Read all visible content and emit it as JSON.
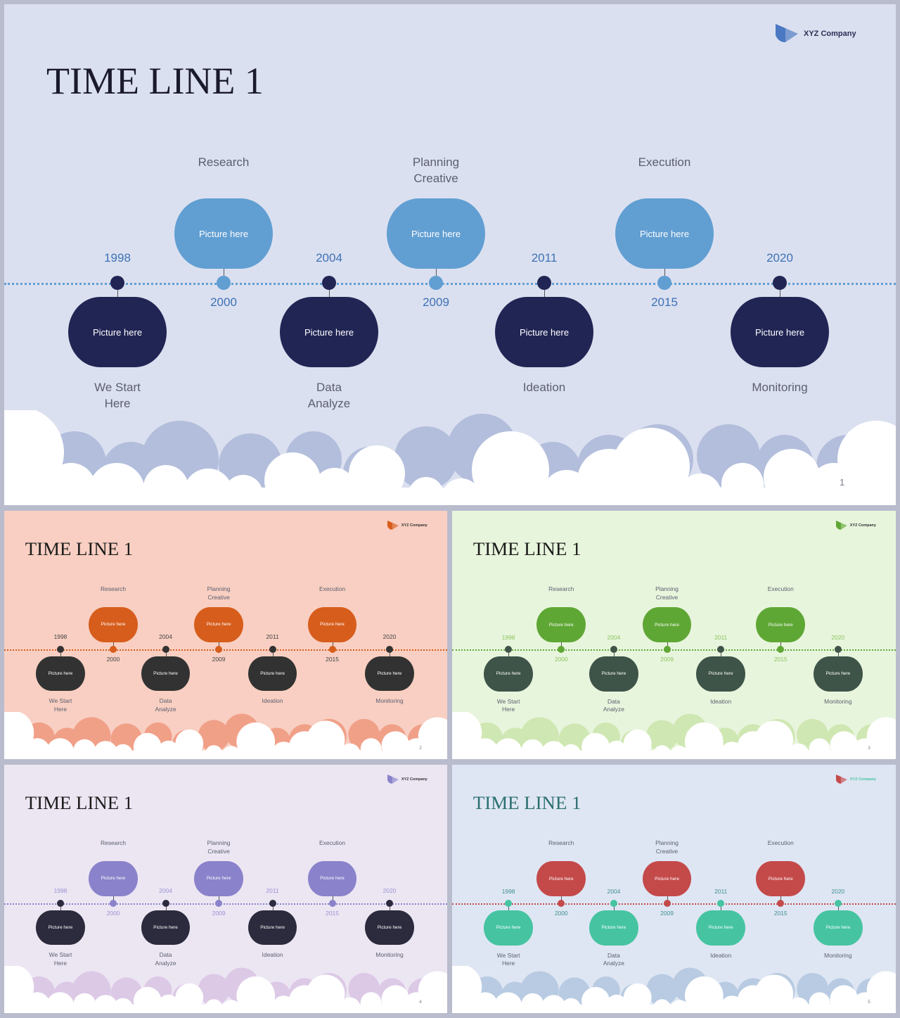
{
  "company": "XYZ Company",
  "timeline": {
    "picture_placeholder": "Picture here",
    "upper_events": [
      {
        "year": "2000",
        "label": "Research"
      },
      {
        "year": "2009",
        "label": "Planning\nCreative"
      },
      {
        "year": "2015",
        "label": "Execution"
      }
    ],
    "lower_events": [
      {
        "year": "1998",
        "label": "We Start\nHere"
      },
      {
        "year": "2004",
        "label": "Data\nAnalyze"
      },
      {
        "year": "2011",
        "label": "Ideation"
      },
      {
        "year": "2020",
        "label": "Monitoring"
      }
    ]
  },
  "slides": [
    {
      "title": "TIME LINE 1",
      "page": "1",
      "bg": "#dbe0f0",
      "top_color": "#619ed2",
      "bottom_color": "#212554",
      "dot_bottom": "#212554",
      "year_top": "#3d72b5",
      "year_bottom": "#3d72b5",
      "line_color": "#619ed2",
      "cloud_back": "#b3bedc",
      "title_color": "#1a1a2b",
      "logo_color": "#4a78c2",
      "logo_text_color": "#2a2e55"
    },
    {
      "title": "TIME LINE 1",
      "page": "2",
      "bg": "#f8cfc2",
      "top_color": "#d75d1c",
      "bottom_color": "#323232",
      "dot_bottom": "#323232",
      "year_top": "#444444",
      "year_bottom": "#444444",
      "line_color": "#d75d1c",
      "cloud_back": "#f1a088",
      "title_color": "#1a1a1a",
      "logo_color": "#d75d1c",
      "logo_text_color": "#333333"
    },
    {
      "title": "TIME LINE 1",
      "page": "3",
      "bg": "#e8f5dd",
      "top_color": "#5fa735",
      "bottom_color": "#3f5448",
      "dot_bottom": "#3f5448",
      "year_top": "#8cc45f",
      "year_bottom": "#8cc45f",
      "line_color": "#5fa735",
      "cloud_back": "#cfe7b2",
      "title_color": "#1a1a1a",
      "logo_color": "#5fa735",
      "logo_text_color": "#333333"
    },
    {
      "title": "TIME LINE 1",
      "page": "4",
      "bg": "#ece6f3",
      "top_color": "#8a82cb",
      "bottom_color": "#2c2b3d",
      "dot_bottom": "#2c2b3d",
      "year_top": "#9a91d1",
      "year_bottom": "#9a91d1",
      "line_color": "#8a82cb",
      "cloud_back": "#dcc9e6",
      "title_color": "#1a1a1a",
      "logo_color": "#8a82cb",
      "logo_text_color": "#333333"
    },
    {
      "title": "TIME LINE 1",
      "page": "5",
      "bg": "#dfe6f3",
      "top_color": "#c44a4a",
      "bottom_color": "#46c4a2",
      "dot_bottom": "#46c4a2",
      "year_top": "#3e8f91",
      "year_bottom": "#3e8f91",
      "line_color": "#c44a4a",
      "cloud_back": "#b8cbe2",
      "title_color": "#2a6f70",
      "logo_color": "#c44a4a",
      "logo_text_color": "#46c4a2"
    }
  ]
}
